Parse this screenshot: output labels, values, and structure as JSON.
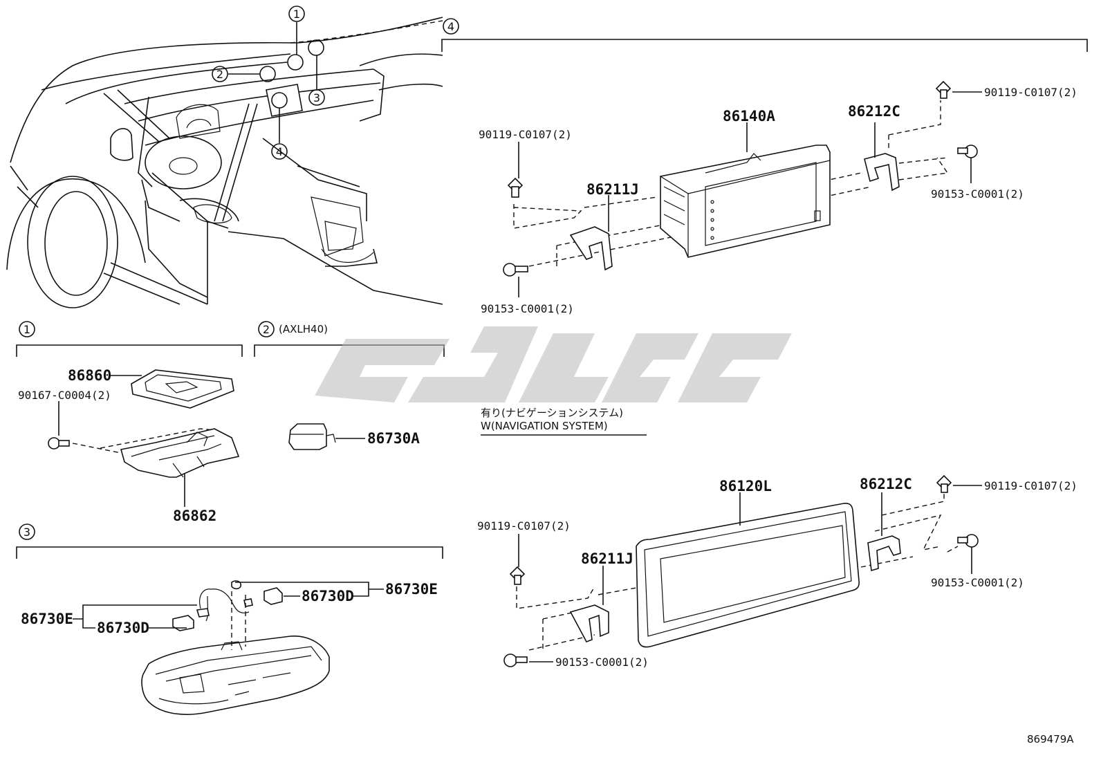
{
  "diagram_code": "869479A",
  "sections": {
    "s1": {
      "marker": "1"
    },
    "s2": {
      "marker": "2",
      "note": "(AXLH40)"
    },
    "s3": {
      "marker": "3"
    },
    "s4": {
      "marker": "4"
    }
  },
  "callouts": [
    "1",
    "2",
    "3",
    "4"
  ],
  "parts": {
    "p86860": "86860",
    "p86862": "86862",
    "p90167": "90167-C0004(2)",
    "p86730A": "86730A",
    "p86730E_left": "86730E",
    "p86730D_left": "86730D",
    "p86730D_right": "86730D",
    "p86730E_right": "86730E",
    "top_86140A": "86140A",
    "top_86212C": "86212C",
    "top_86211J": "86211J",
    "top_bolt_left": "90119-C0107(2)",
    "top_bolt_right": "90119-C0107(2)",
    "top_screw_left": "90153-C0001(2)",
    "top_screw_right": "90153-C0001(2)",
    "bot_86120L": "86120L",
    "bot_86212C": "86212C",
    "bot_86211J": "86211J",
    "bot_bolt_left": "90119-C0107(2)",
    "bot_bolt_right": "90119-C0107(2)",
    "bot_screw_left": "90153-C0001(2)",
    "bot_screw_right": "90153-C0001(2)"
  },
  "nav_note": {
    "jp": "有り(ナビゲーションシステム)",
    "en": "W(NAVIGATION SYSTEM)"
  }
}
